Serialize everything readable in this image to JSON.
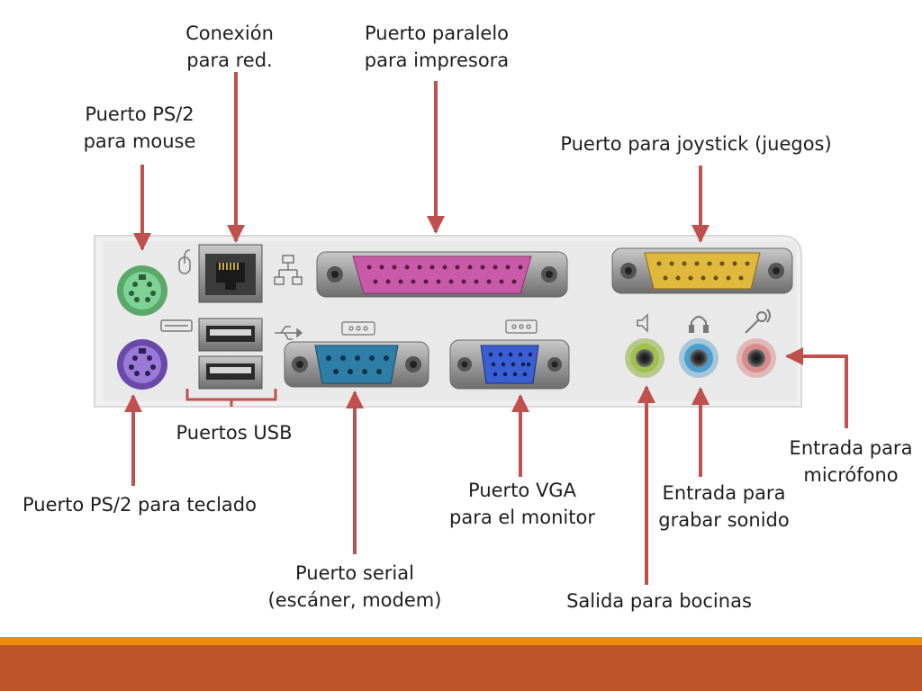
{
  "labels": {
    "ps2_mouse": [
      "Puerto PS/2",
      "para mouse"
    ],
    "network": [
      "Conexión",
      "para red."
    ],
    "parallel": [
      "Puerto paralelo",
      "para impresora"
    ],
    "joystick": [
      "Puerto para joystick (juegos)"
    ],
    "usb": [
      "Puertos USB"
    ],
    "ps2_keyboard": [
      "Puerto PS/2 para teclado"
    ],
    "serial": [
      "Puerto serial",
      "(escáner, modem)"
    ],
    "vga": [
      "Puerto VGA",
      "para el monitor"
    ],
    "speakers": [
      "Salida para bocinas"
    ],
    "line_in": [
      "Entrada para",
      "grabar sonido"
    ],
    "microphone": [
      "Entrada para",
      "micrófono"
    ]
  },
  "colors": {
    "arrow": "#c0504d",
    "panel": "#eeeeee",
    "ps2_mouse": "#66c07a",
    "ps2_keyboard": "#8a66c9",
    "parallel": "#c95aa8",
    "joystick": "#e0b83c",
    "serial": "#2e7ea8",
    "vga": "#3a5fd0",
    "audio_out": "#9fc24a",
    "audio_in": "#4a9fd0",
    "mic": "#d98b8b",
    "footer_orange": "#ef8c10",
    "footer_rust": "#bf5428"
  },
  "icons": [
    "mouse-icon",
    "keyboard-icon",
    "network-icon",
    "usb-icon",
    "speaker-icon",
    "headphones-icon",
    "microphone-icon"
  ]
}
